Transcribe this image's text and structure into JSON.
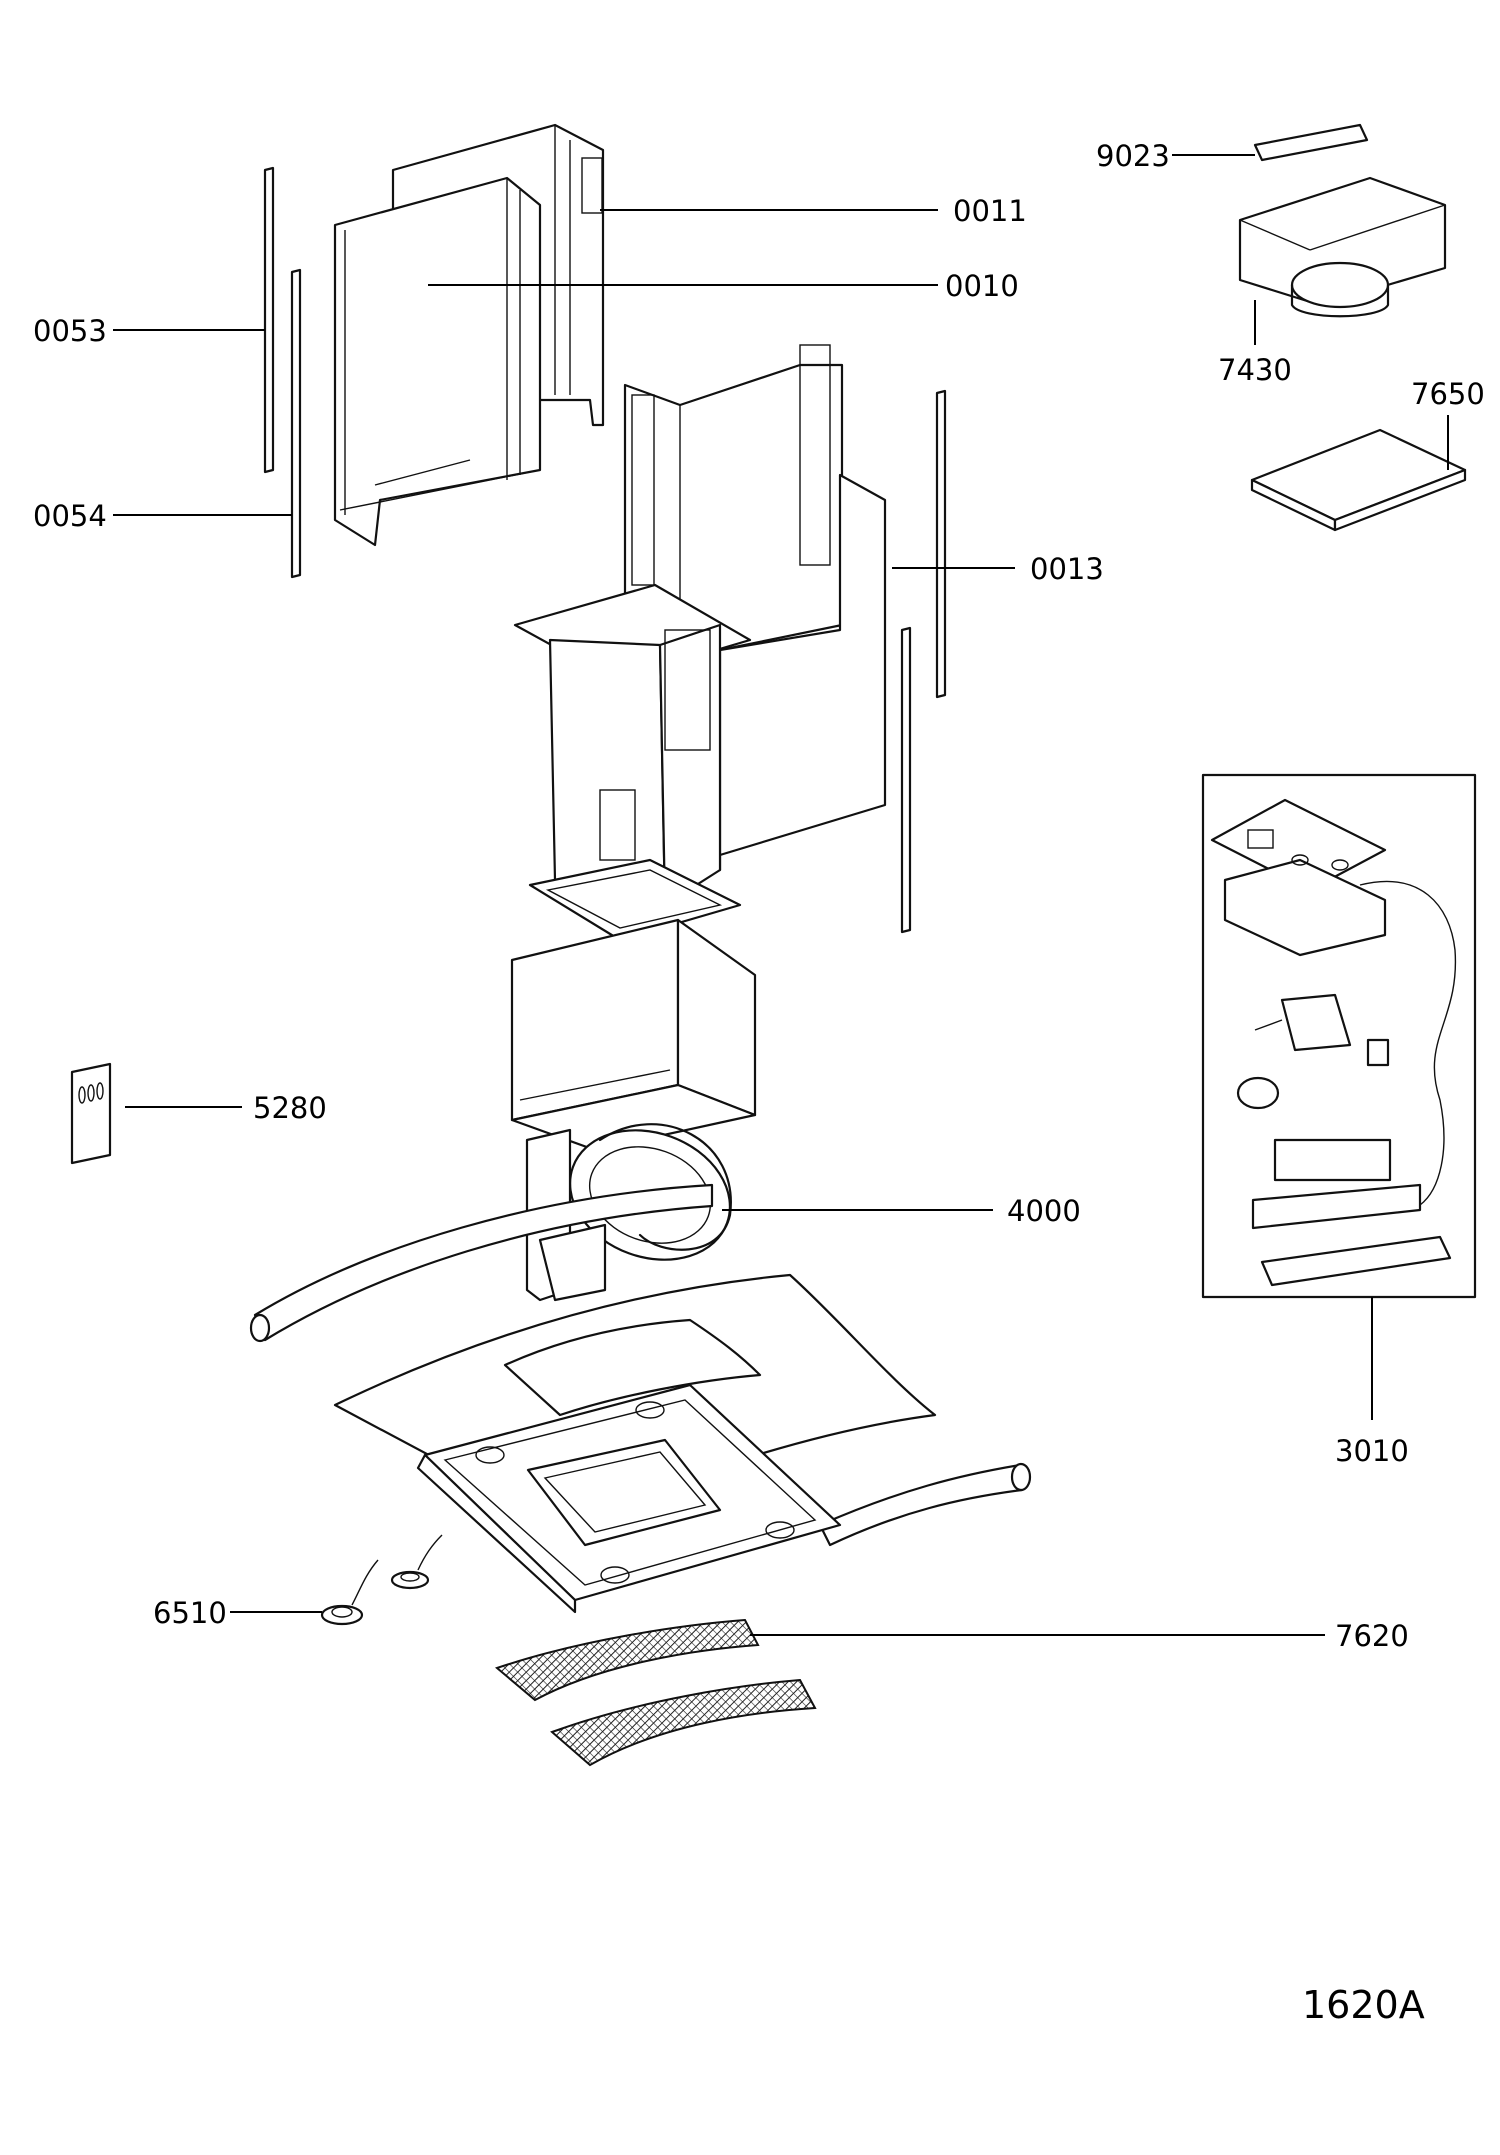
{
  "diagram": {
    "code": "1620A",
    "labels": {
      "p9023": "9023",
      "p0011": "0011",
      "p0010": "0010",
      "p0053": "0053",
      "p7430": "7430",
      "p7650": "7650",
      "p0054": "0054",
      "p0013": "0013",
      "p5280": "5280",
      "p4000": "4000",
      "p3010": "3010",
      "p6510": "6510",
      "p7620": "7620"
    }
  }
}
